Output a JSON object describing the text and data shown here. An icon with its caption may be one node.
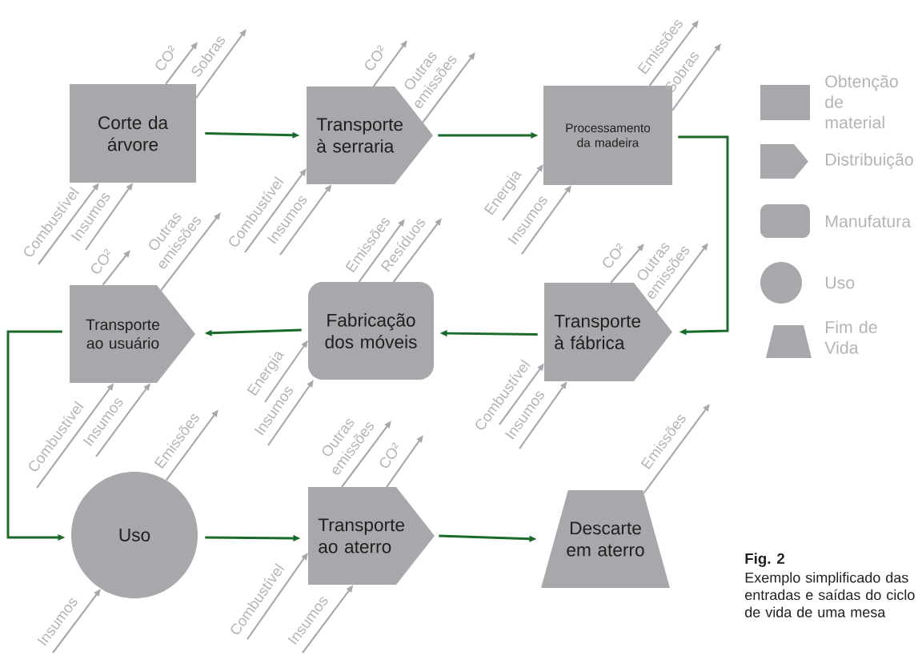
{
  "diagram": {
    "title": "Fig. 2",
    "caption": "Exemplo simplificado das entradas e saídas do ciclo de vida de uma mesa",
    "nodes": [
      {
        "text": [
          "Corte da árvore"
        ]
      },
      {
        "text": [
          "Transporte à serraria"
        ]
      },
      {
        "text": [
          "Processamento da madeira"
        ]
      },
      {
        "text": [
          "Transporte à fábrica"
        ]
      },
      {
        "text": [
          "Fabricação dos móveis"
        ]
      },
      {
        "text": [
          "Transporte ao usuário"
        ]
      },
      {
        "text": [
          "Uso"
        ]
      },
      {
        "text": [
          "Transporte ao aterro"
        ]
      },
      {
        "text": [
          "Descarte em aterro"
        ]
      }
    ],
    "edges": [
      {
        "from": 0,
        "to": 1,
        "arrow": "to",
        "color": "#1a6b2a"
      },
      {
        "from": 1,
        "to": 2,
        "arrow": "to",
        "color": "#1a6b2a"
      },
      {
        "from": 2,
        "to": 3,
        "arrow": "to",
        "color": "#1a6b2a"
      },
      {
        "from": 3,
        "to": 4,
        "arrow": "to",
        "color": "#1a6b2a"
      },
      {
        "from": 4,
        "to": 5,
        "arrow": "to",
        "color": "#1a6b2a"
      },
      {
        "from": 5,
        "to": 6,
        "arrow": "to",
        "color": "#1a6b2a"
      },
      {
        "from": 6,
        "to": 7,
        "arrow": "to",
        "color": "#1a6b2a"
      },
      {
        "from": 7,
        "to": 8,
        "arrow": "to",
        "color": "#1a6b2a"
      },
      {
        "from": 0,
        "to": null,
        "arrow": "to",
        "label": "CO²"
      },
      {
        "from": 0,
        "to": null,
        "arrow": "to",
        "label": "Sobras"
      },
      {
        "from": null,
        "to": 0,
        "arrow": "to",
        "label": "Combustível"
      },
      {
        "from": null,
        "to": 0,
        "arrow": "to",
        "label": "Insumos"
      },
      {
        "from": 1,
        "to": null,
        "arrow": "to",
        "label": "CO²"
      },
      {
        "from": 1,
        "to": null,
        "arrow": "to",
        "label": "Outras emissões"
      },
      {
        "from": null,
        "to": 1,
        "arrow": "to",
        "label": "Combustível"
      },
      {
        "from": null,
        "to": 1,
        "arrow": "to",
        "label": "Insumos"
      },
      {
        "from": 2,
        "to": null,
        "arrow": "to",
        "label": "Emissões"
      },
      {
        "from": 2,
        "to": null,
        "arrow": "to",
        "label": "Sobras"
      },
      {
        "from": null,
        "to": 2,
        "arrow": "to",
        "label": "Energia"
      },
      {
        "from": null,
        "to": 2,
        "arrow": "to",
        "label": "Insumos"
      },
      {
        "from": 3,
        "to": null,
        "arrow": "to",
        "label": "CO²"
      },
      {
        "from": 3,
        "to": null,
        "arrow": "to",
        "label": "Outras emissões"
      },
      {
        "from": null,
        "to": 3,
        "arrow": "to",
        "label": "Combustível"
      },
      {
        "from": null,
        "to": 3,
        "arrow": "to",
        "label": "Insumos"
      },
      {
        "from": 4,
        "to": null,
        "arrow": "to",
        "label": "Emissões"
      },
      {
        "from": 4,
        "to": null,
        "arrow": "to",
        "label": "Resíduos"
      },
      {
        "from": null,
        "to": 4,
        "arrow": "to",
        "label": "Energia"
      },
      {
        "from": null,
        "to": 4,
        "arrow": "to",
        "label": "Insumos"
      },
      {
        "from": 5,
        "to": null,
        "arrow": "to",
        "label": "CO²"
      },
      {
        "from": 5,
        "to": null,
        "arrow": "to",
        "label": "Outras emissões"
      },
      {
        "from": null,
        "to": 5,
        "arrow": "to",
        "label": "Combustível"
      },
      {
        "from": null,
        "to": 5,
        "arrow": "to",
        "label": "Insumos"
      },
      {
        "from": 6,
        "to": null,
        "arrow": "to",
        "label": "Emissões"
      },
      {
        "from": null,
        "to": 6,
        "arrow": "to",
        "label": "Insumos"
      },
      {
        "from": 7,
        "to": null,
        "arrow": "to",
        "label": "Outras emissões"
      },
      {
        "from": 7,
        "to": null,
        "arrow": "to",
        "label": "CO²"
      },
      {
        "from": null,
        "to": 7,
        "arrow": "to",
        "label": "Combustível"
      },
      {
        "from": null,
        "to": 7,
        "arrow": "to",
        "label": "Insumos"
      },
      {
        "from": 8,
        "to": null,
        "arrow": "to",
        "label": "Emissões"
      }
    ],
    "legend": [
      {
        "text": "Obtenção de material"
      },
      {
        "text": "Distribuição"
      },
      {
        "text": "Manufatura"
      },
      {
        "text": "Uso"
      },
      {
        "text": "Fim de Vida"
      }
    ]
  }
}
